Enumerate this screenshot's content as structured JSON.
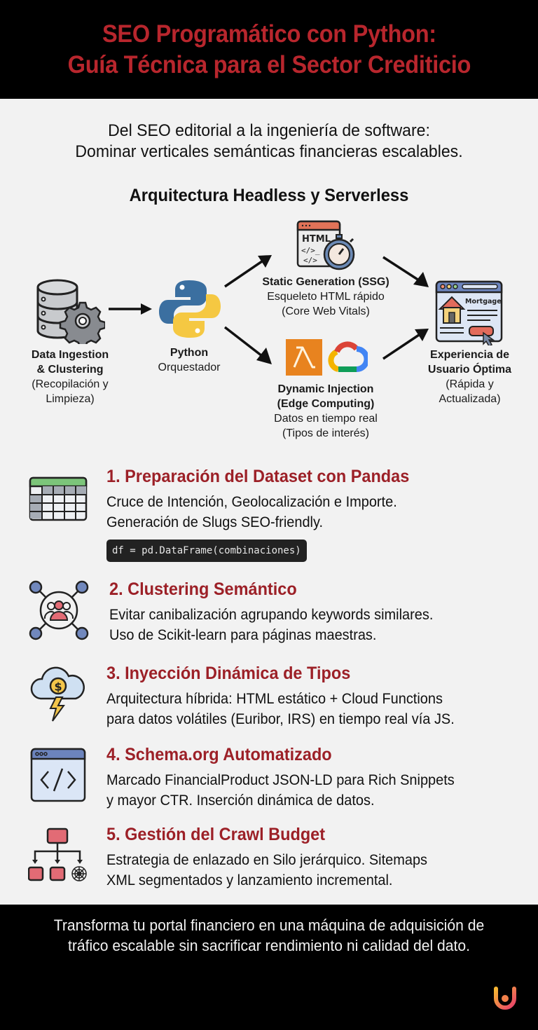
{
  "header": {
    "title_line1": "SEO Programático con Python:",
    "title_line2": "Guía Técnica para el Sector Crediticio",
    "title_color": "#b8262d"
  },
  "intro": {
    "subtitle_line1": "Del SEO editorial a la ingeniería de software:",
    "subtitle_line2": "Dominar verticales semánticas financieras escalables."
  },
  "architecture": {
    "title": "Arquitectura Headless y Serverless",
    "nodes": {
      "ingestion": {
        "icon": "database-gear-icon",
        "bold1": "Data Ingestion",
        "bold2": "& Clustering",
        "desc1": "(Recopilación y",
        "desc2": "Limpieza)"
      },
      "python": {
        "icon": "python-logo-icon",
        "bold": "Python",
        "desc": "Orquestador"
      },
      "ssg": {
        "icon": "html-stopwatch-icon",
        "icon_text": "HTML",
        "bold": "Static Generation (SSG)",
        "desc1": "Esqueleto HTML rápido",
        "desc2": "(Core Web Vitals)"
      },
      "dynamic": {
        "icon": "lambda-gcloud-icon",
        "bold1": "Dynamic Injection",
        "bold2": "(Edge Computing)",
        "desc1": "Datos en tiempo real",
        "desc2": "(Tipos de interés)"
      },
      "ux": {
        "icon": "mortgage-webpage-icon",
        "icon_text": "Mortgage",
        "bold1": "Experiencia de",
        "bold2": "Usuario Óptima",
        "desc1": "(Rápida y",
        "desc2": "Actualizada)"
      }
    }
  },
  "steps": [
    {
      "icon": "table-icon",
      "title": "1. Preparación del Dataset con Pandas",
      "desc1": "Cruce de Intención, Geolocalización e Importe.",
      "desc2": "Generación de Slugs SEO-friendly.",
      "code": "df = pd.DataFrame(combinaciones)"
    },
    {
      "icon": "cluster-network-icon",
      "title": "2. Clustering Semántico",
      "desc1": "Evitar canibalización agrupando keywords similares.",
      "desc2": "Uso de Scikit-learn para páginas maestras."
    },
    {
      "icon": "cloud-dollar-lightning-icon",
      "title": "3. Inyección Dinámica de Tipos",
      "desc1": "Arquitectura híbrida: HTML estático + Cloud Functions",
      "desc2": "para datos volátiles (Euribor, IRS) en tiempo real vía JS."
    },
    {
      "icon": "code-window-icon",
      "title": "4. Schema.org Automatizado",
      "desc1": "Marcado FinancialProduct JSON-LD para Rich Snippets",
      "desc2": "y mayor CTR. Inserción dinámica de datos."
    },
    {
      "icon": "sitemap-hierarchy-icon",
      "title": "5. Gestión del Crawl Budget",
      "desc1": "Estrategia de enlazado en Silo jerárquico. Sitemaps",
      "desc2": "XML segmentados y lanzamiento incremental."
    }
  ],
  "footer": {
    "line1": "Transforma tu portal financiero en una máquina de adquisición de",
    "line2": "tráfico escalable sin sacrificar rendimiento ni calidad del dato.",
    "logo": "brand-logo-icon"
  },
  "colors": {
    "accent_red": "#9c2027",
    "python_blue": "#3b6fa0",
    "python_yellow": "#f5c842",
    "lambda_orange": "#e8831f",
    "table_green": "#7cc57a",
    "icon_blue": "#7188bd"
  }
}
